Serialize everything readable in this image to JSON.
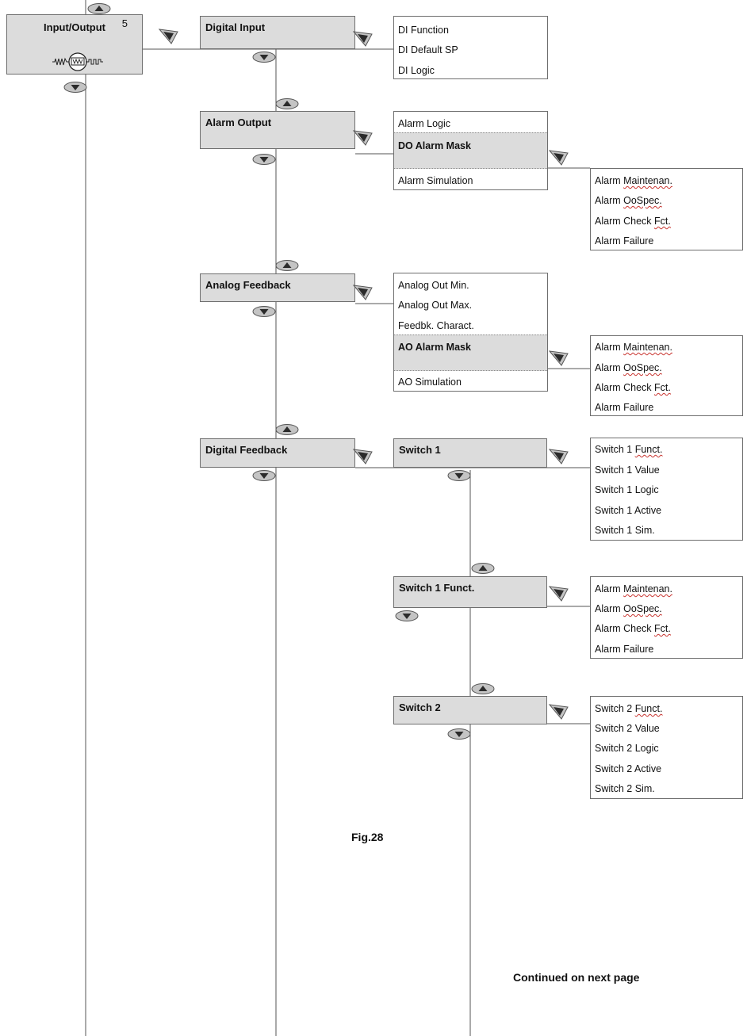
{
  "main_box": {
    "title": "Input/Output",
    "number": "5"
  },
  "level2": [
    {
      "label": "Digital Input"
    },
    {
      "label": "Alarm Output"
    },
    {
      "label": "Analog Feedback"
    },
    {
      "label": "Digital Feedback"
    }
  ],
  "digital_input_list": [
    "DI Function",
    "DI Default SP",
    "DI Logic"
  ],
  "alarm_output_list": {
    "alarm_logic": "Alarm Logic",
    "do_alarm_mask": "DO Alarm Mask",
    "alarm_simulation": "Alarm Simulation"
  },
  "analog_feedback_list": {
    "analog_out_min": "Analog Out Min.",
    "analog_out_max": "Analog Out Max.",
    "feedbk_charact": "Feedbk. Charact.",
    "ao_alarm_mask": "AO Alarm Mask",
    "ao_simulation": "AO Simulation"
  },
  "alarm_mask_items": {
    "maintenance_prefix": "Alarm ",
    "maintenance_word": "Maintenan.",
    "oospec_prefix": "Alarm ",
    "oospec_word": "OoSpec.",
    "check_prefix": "Alarm Check ",
    "check_word": "Fct.",
    "failure": "Alarm Failure"
  },
  "level3": {
    "switch1": "Switch 1",
    "switch1_funct": "Switch 1 Funct.",
    "switch2": "Switch 2"
  },
  "switch1_list": {
    "funct_prefix": "Switch 1 ",
    "funct_word": "Funct.",
    "value": "Switch 1 Value",
    "logic": "Switch 1 Logic",
    "active": "Switch 1 Active",
    "sim": "Switch 1 Sim."
  },
  "switch2_list": {
    "funct_prefix": "Switch 2 ",
    "funct_word": "Funct.",
    "value": "Switch 2 Value",
    "logic": "Switch 2 Logic",
    "active": "Switch 2 Active",
    "sim": "Switch 2 Sim."
  },
  "figure_label": "Fig.28",
  "continued": "Continued on next page",
  "icons": {
    "io_symbol": "signal-io-icon",
    "up": "up-arrow-button-icon",
    "down": "down-arrow-button-icon",
    "enter": "enter-arrow-button-icon"
  },
  "colors": {
    "box_fill": "#dcdcdc",
    "border": "#6e6e6e",
    "misspell": "#c8342f"
  }
}
